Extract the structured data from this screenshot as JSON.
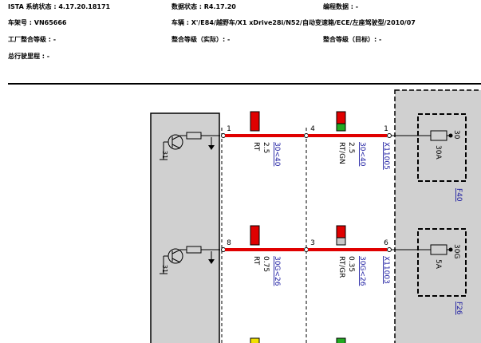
{
  "header": {
    "ista_version": "ISTA 系统状态 : 4.17.20.18171",
    "data_state": "数据状态 : R4.17.20",
    "program_data": "编程数据 : -",
    "vin": "车架号 : VN65666",
    "vehicle": "车辆 : X'/E84/越野车/X1 xDrive28i/N52/自动变速箱/ECE/左座驾驶型/2010/07",
    "factory_level": "工厂整合等级 : -",
    "integration_actual": "整合等级（实际）: -",
    "integration_target": "整合等级（目标）: -",
    "mileage": "总行驶里程 : -"
  },
  "diagram": {
    "ground_label": "31",
    "circuits": [
      {
        "pin_left": "1",
        "wire1": {
          "color": "RT",
          "size": "2.5",
          "link": "30<40"
        },
        "pin_mid": "4",
        "wire2": {
          "color": "RT/GN",
          "size": "2.5",
          "link": "30<40"
        },
        "pin_right": "1",
        "connector": "X11005",
        "fuse_terminal": "30",
        "fuse_rating": "30A",
        "fuse_name": "F40"
      },
      {
        "pin_left": "8",
        "wire1": {
          "color": "RT",
          "size": "0.75",
          "link": "30G<26"
        },
        "pin_mid": "3",
        "wire2": {
          "color": "RT/GR",
          "size": "0.35",
          "link": "30G<26"
        },
        "pin_right": "6",
        "connector": "X11003",
        "fuse_terminal": "30G",
        "fuse_rating": "5A",
        "fuse_name": "F26"
      }
    ]
  },
  "colors": {
    "wire_red": "#e00000",
    "swatch_red": "#e00000",
    "swatch_green": "#22aa22",
    "swatch_grey": "#c8c8c8",
    "swatch_yellow": "#f0e000",
    "box_fill": "#d0d0d0",
    "link_blue": "#1a1aa0"
  }
}
